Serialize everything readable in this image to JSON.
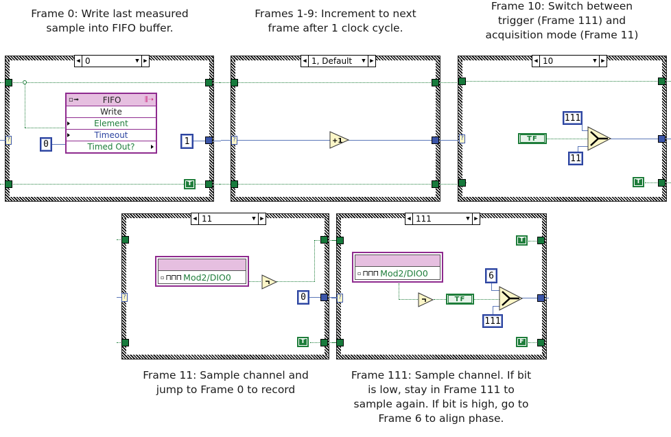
{
  "captions": {
    "frame0": "Frame 0: Write last measured\nsample  into FIFO buffer.",
    "frame1_9": "Frames 1-9: Increment to next\nframe after 1 clock cycle.",
    "frame10": "Frame 10: Switch between\ntrigger (Frame 111) and\nacquisition mode (Frame 11)",
    "frame11": "Frame 11: Sample channel and\njump to Frame 0 to record",
    "frame111": "Frame 111: Sample channel. If bit\nis low, stay in Frame 111 to\nsample again. If bit is high, go to\nFrame 6 to align phase."
  },
  "frames": {
    "f0": {
      "selector": "0",
      "fifo": {
        "title": "FIFO",
        "method": "Write",
        "inputs": [
          "Element",
          "Timeout"
        ],
        "output": "Timed Out?"
      },
      "timeout_const": "0",
      "next_frame_const": "1",
      "bool_const": "T"
    },
    "f1": {
      "selector": "1, Default",
      "increment_label": "+1"
    },
    "f10": {
      "selector": "10",
      "tf_control": "TF",
      "select_true": "111",
      "select_false": "11",
      "bool_const": "T"
    },
    "f11": {
      "selector": "11",
      "io_channel": "Mod2/DIO0",
      "next_frame_const": "0",
      "bool_const": "T"
    },
    "f111": {
      "selector": "111",
      "io_channel": "Mod2/DIO0",
      "tf_indicator": "TF",
      "select_true": "6",
      "select_false": "111",
      "bool_const_top": "T",
      "bool_const_bottom": "F"
    }
  },
  "colors": {
    "boolean_wire": "#1e7d3a",
    "numeric_wire": "#5a76b8",
    "numeric_tunnel": "#3b55a8",
    "fifo_border": "#8e2a8e",
    "fifo_header": "#e6bfe0",
    "primitive_fill": "#fbf6c8"
  }
}
